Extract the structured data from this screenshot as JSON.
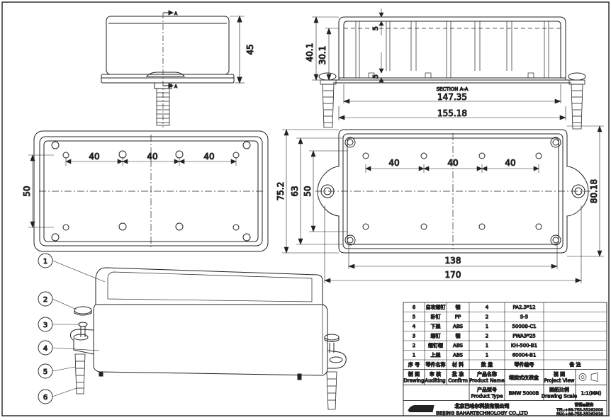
{
  "views": {
    "front": {
      "height_dim": "45",
      "section_marker_top": "A",
      "section_marker_bottom": "A"
    },
    "section": {
      "label": "SECTION A-A",
      "dim_height": "40.1",
      "dim_inner": "30.1",
      "dim_top_small": "5",
      "dim_bottom_small": "5",
      "dim_inner_width": "147.35",
      "dim_outer_width": "155.18"
    },
    "top_inner": {
      "spacing": [
        "40",
        "40",
        "40"
      ],
      "height_dim": "50"
    },
    "top_outer": {
      "spacing": [
        "40",
        "40",
        "40"
      ],
      "dim_a": "75.2",
      "dim_b": "63",
      "dim_c": "50",
      "dim_d": "80.18",
      "dim_width_inner": "138",
      "dim_width_outer": "170"
    }
  },
  "balloons": [
    "1",
    "2",
    "3",
    "4",
    "5",
    "6"
  ],
  "bom": [
    {
      "no": "6",
      "name": "自攻螺钉",
      "mat": "钢",
      "qty": "4",
      "code": "PA2.3*12"
    },
    {
      "no": "5",
      "name": "卧钉",
      "mat": "PP",
      "qty": "2",
      "code": "S-5"
    },
    {
      "no": "4",
      "name": "下盖",
      "mat": "ABS",
      "qty": "1",
      "code": "50008-C1"
    },
    {
      "no": "3",
      "name": "螺钉",
      "mat": "钢",
      "qty": "2",
      "code": "PWA3*25"
    },
    {
      "no": "2",
      "name": "螺钉帽",
      "mat": "ABS",
      "qty": "1",
      "code": "KH-500-B1"
    },
    {
      "no": "1",
      "name": "上盖",
      "mat": "ABS",
      "qty": "1",
      "code": "60004-B1"
    }
  ],
  "bom_header": {
    "no": "序 号",
    "name": "零件名称",
    "mat": "材 料",
    "qty": "数 量",
    "code": "零件编号",
    "remark": "备 注"
  },
  "title_block": {
    "drawing_cn": "制 图",
    "drawing_en": "Drawing",
    "auditing_cn": "审 核",
    "auditing_en": "Auditing",
    "confirm_cn": "批 准",
    "confirm_en": "Confirm",
    "product_name_cn": "产品名称",
    "product_name_en": "Product Name",
    "product_name_value": "墙挂式仪表盒",
    "project_view_cn": "视 图",
    "project_view_en": "Project View",
    "product_type_cn": "产品型号",
    "product_type_en": "Product Type",
    "product_type_value": "BMW 5000B",
    "drawing_scale_cn": "图纸比例",
    "drawing_scale_en": "Drawing Scale",
    "drawing_scale_value": "1:1(MM)",
    "company_cn": "北京巴哈尔科技有限公司",
    "company_en": "BEIJING BAHARTECHNOLOGY CO.,LTD",
    "logo_text": "BAHAR",
    "tel": "TEL:+86-755-33262000",
    "fax": "FAX:+86-755-33262020",
    "sales_label": "营销●服务"
  }
}
